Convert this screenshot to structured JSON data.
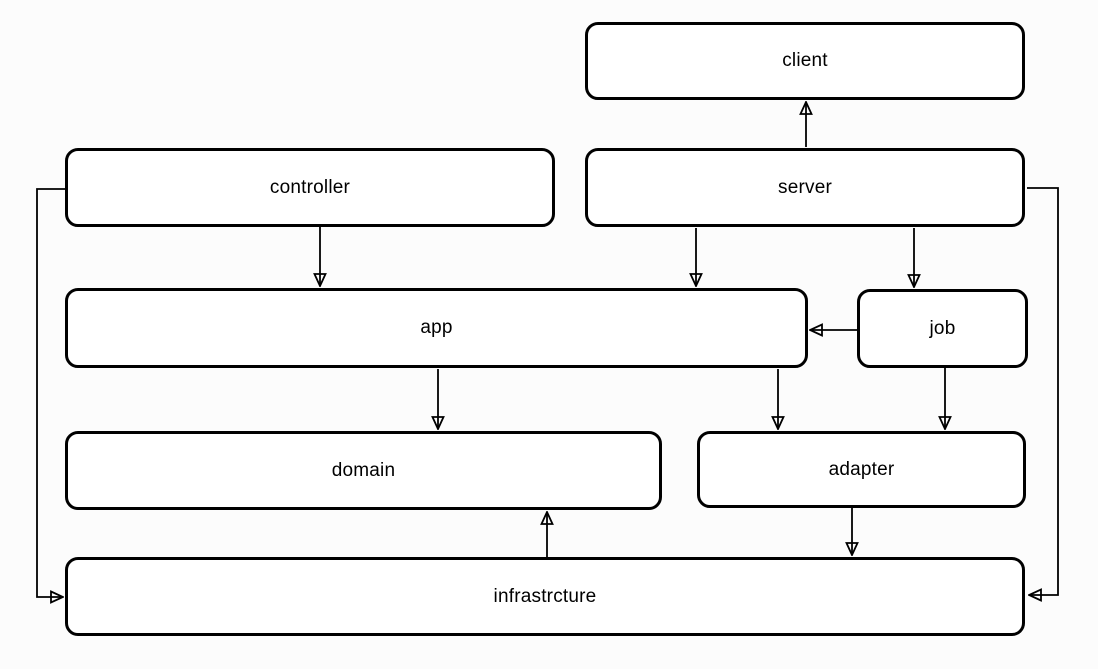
{
  "diagram": {
    "background_color": "#fcfcfc",
    "node_fill_color": "#ffffff",
    "stroke_color": "#000000",
    "nodes": [
      {
        "id": "client",
        "label": "client"
      },
      {
        "id": "controller",
        "label": "controller"
      },
      {
        "id": "server",
        "label": "server"
      },
      {
        "id": "app",
        "label": "app"
      },
      {
        "id": "job",
        "label": "job"
      },
      {
        "id": "domain",
        "label": "domain"
      },
      {
        "id": "adapter",
        "label": "adapter"
      },
      {
        "id": "infrastrcture",
        "label": "infrastrcture"
      }
    ],
    "edges": [
      {
        "from": "server",
        "to": "client"
      },
      {
        "from": "controller",
        "to": "app"
      },
      {
        "from": "server",
        "to": "app"
      },
      {
        "from": "server",
        "to": "job"
      },
      {
        "from": "job",
        "to": "app"
      },
      {
        "from": "app",
        "to": "domain"
      },
      {
        "from": "app",
        "to": "adapter"
      },
      {
        "from": "job",
        "to": "adapter"
      },
      {
        "from": "adapter",
        "to": "infrastrcture"
      },
      {
        "from": "infrastrcture",
        "to": "domain"
      },
      {
        "from": "controller",
        "to": "infrastrcture"
      },
      {
        "from": "server",
        "to": "infrastrcture"
      }
    ]
  }
}
